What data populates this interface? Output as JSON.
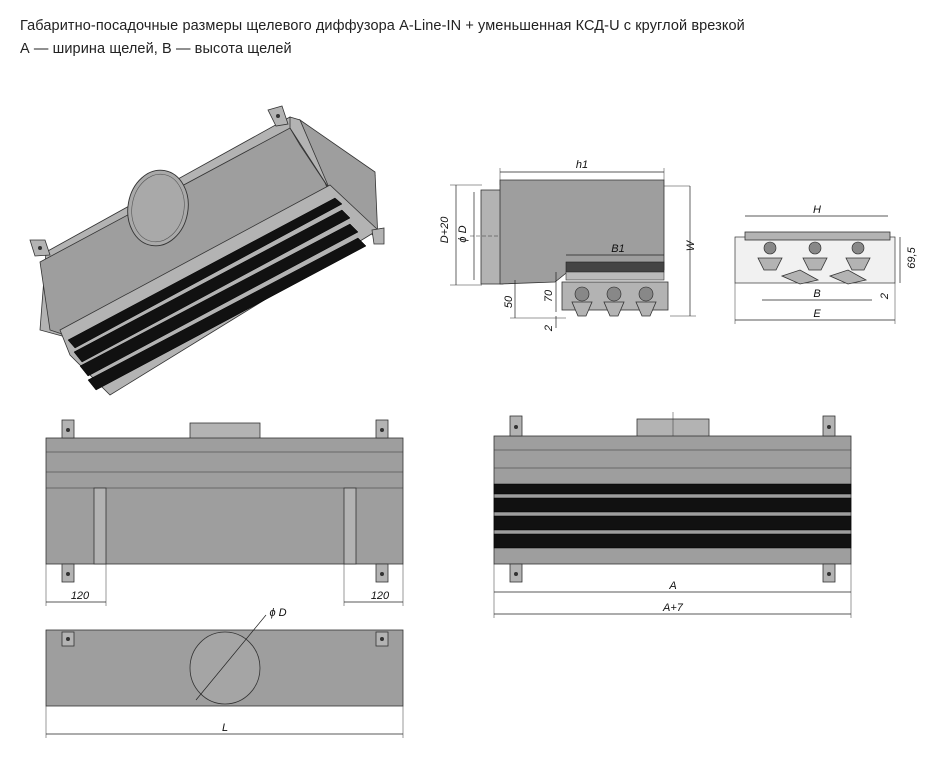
{
  "caption": {
    "line1": "Габаритно-посадочные размеры щелевого диффузора A-Line-IN + уменьшенная КСД-U с круглой врезкой",
    "line2": "А — ширина щелей, В — высота щелей"
  },
  "side_view": {
    "h1": "h1",
    "b1": "B1",
    "d_plus_20": "D+20",
    "phi_d": "ϕ D",
    "w": "W",
    "dim_50": "50",
    "dim_70": "70",
    "dim_2": "2"
  },
  "end_view": {
    "h": "H",
    "b": "B",
    "e": "E",
    "dim_69_5": "69,5",
    "dim_2": "2"
  },
  "top_view": {
    "left_120": "120",
    "right_120": "120"
  },
  "front_view": {
    "a": "A",
    "a_plus_7": "A+7"
  },
  "bottom_view": {
    "phi_d": "ϕ D",
    "l": "L"
  }
}
